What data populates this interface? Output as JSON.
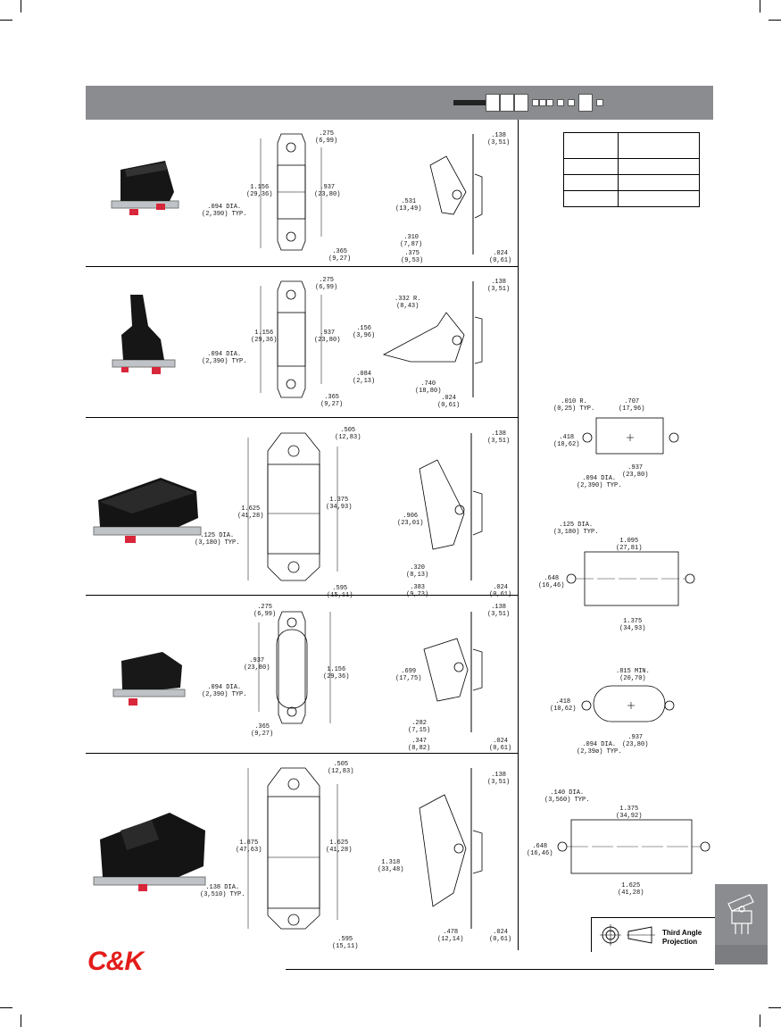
{
  "brand": {
    "name": "C&K",
    "color": "#e31d1a"
  },
  "colors": {
    "band": "#8a8c8f",
    "tab": "#8a8c8f"
  },
  "legend": {
    "projection_line1": "Third Angle",
    "projection_line2": "Projection"
  },
  "icons": [
    "rocker-switch-photo",
    "third-angle-projection-icon",
    "rocker-switch-tab-icon"
  ],
  "row1": {
    "front": {
      "width": ".275\n(6,99)",
      "height": "1.156\n(29,36)",
      "pitch": ".937\n(23,80)",
      "hole": ".094 DIA.\n(2,390) TYP.",
      "bottom": ".365\n(9,27)"
    },
    "side": {
      "top": ".138\n(3,51)",
      "rocker": ".531\n(13,49)",
      "throw": ".310\n(7,87)",
      "base": ".375\n(9,53)",
      "thk": ".024\n(0,61)"
    }
  },
  "row2": {
    "front": {
      "width": ".275\n(6,99)",
      "height": "1.156\n(29,36)",
      "pitch": ".937\n(23,80)",
      "hole": ".094 DIA.\n(2,390) TYP.",
      "bottom": ".365\n(9,27)"
    },
    "side": {
      "top": ".138\n(3,51)",
      "radius": ".332 R.\n(8,43)",
      "a": ".156\n(3,96)",
      "b": ".084\n(2,13)",
      "throw": ".740\n(18,80)",
      "thk": ".024\n(0,61)"
    }
  },
  "row3": {
    "front": {
      "width": ".505\n(12,83)",
      "height": "1.625\n(41,28)",
      "pitch": "1.375\n(34,93)",
      "hole": ".125 DIA.\n(3,180) TYP.",
      "bottom": ".595\n(15,11)"
    },
    "side": {
      "top": ".138\n(3,51)",
      "rocker": ".906\n(23,01)",
      "throw": ".320\n(8,13)",
      "base": ".383\n(9,73)",
      "thk": ".024\n(0,61)"
    }
  },
  "row4": {
    "front": {
      "width": ".275\n(6,99)",
      "pitch": ".937\n(23,80)",
      "height": "1.156\n(29,36)",
      "hole": ".094 DIA.\n(2,390) TYP.",
      "bottom": ".365\n(9,27)"
    },
    "side": {
      "top": ".138\n(3,51)",
      "rocker": ".699\n(17,75)",
      "throw": ".282\n(7,15)",
      "base": ".347\n(8,82)",
      "thk": ".024\n(0,61)"
    }
  },
  "row5": {
    "front": {
      "width": ".505\n(12,83)",
      "height": "1.875\n(47,63)",
      "pitch": "1.625\n(41,28)",
      "hole": ".138 DIA.\n(3,510) TYP.",
      "bottom": ".595\n(15,11)"
    },
    "side": {
      "top": ".138\n(3,51)",
      "rocker": "1.318\n(33,48)",
      "base": ".478\n(12,14)",
      "thk": ".024\n(0,61)"
    }
  },
  "cutouts": {
    "c1": {
      "r": ".010 R.\n(0,25) TYP.",
      "w": ".707\n(17,96)",
      "h": ".418\n(10,62)",
      "pitch": ".937\n(23,80)",
      "hole": ".094 DIA.\n(2,390) TYP."
    },
    "c2": {
      "hole": ".125 DIA.\n(3,180) TYP.",
      "w": "1.095\n(27,81)",
      "h": ".648\n(16,46)",
      "pitch": "1.375\n(34,93)"
    },
    "c3": {
      "w": ".815 MIN.\n(20,70)",
      "h": ".418\n(10,62)",
      "pitch": ".937\n(23,80)",
      "hole": ".094 DIA.\n(2,39ø) TYP."
    },
    "c4": {
      "hole": ".140 DIA.\n(3,560) TYP.",
      "w": "1.375\n(34,92)",
      "h": ".648\n(16,46)",
      "pitch": "1.625\n(41,28)"
    }
  }
}
